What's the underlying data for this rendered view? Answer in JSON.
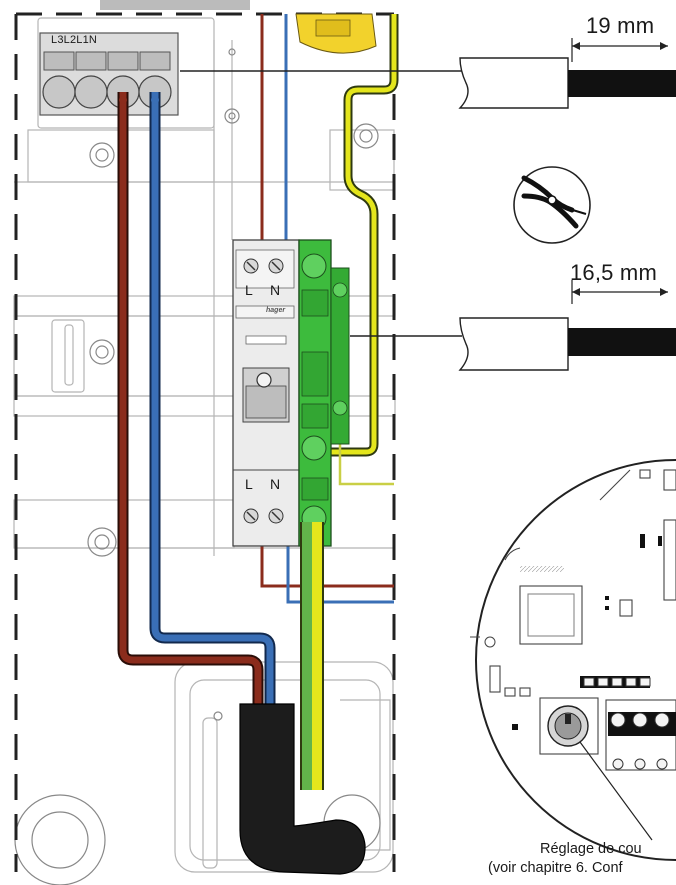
{
  "dimensions": {
    "upper_strip_length": "19 mm",
    "lower_strip_length": "16,5 mm"
  },
  "terminal_block": {
    "label": "L3L2L1N"
  },
  "breaker": {
    "top_labels": [
      "L",
      "N"
    ],
    "bottom_labels": [
      "L",
      "N"
    ],
    "brand": "hager"
  },
  "callout": {
    "line1": "Réglage de cou",
    "line2": "(voir chapitre 6. Conf"
  },
  "colors": {
    "phase_wire": "#8b2c1c",
    "neutral_wire": "#3a6fb6",
    "earth_wire_yellow": "#e4e61c",
    "earth_wire_green": "#62b34a",
    "terminal_green": "#3dbb3d",
    "cable_black": "#1c1c1c",
    "strap_yellow": "#f2d22c"
  },
  "icons": [
    "wire-stripper-icon"
  ]
}
